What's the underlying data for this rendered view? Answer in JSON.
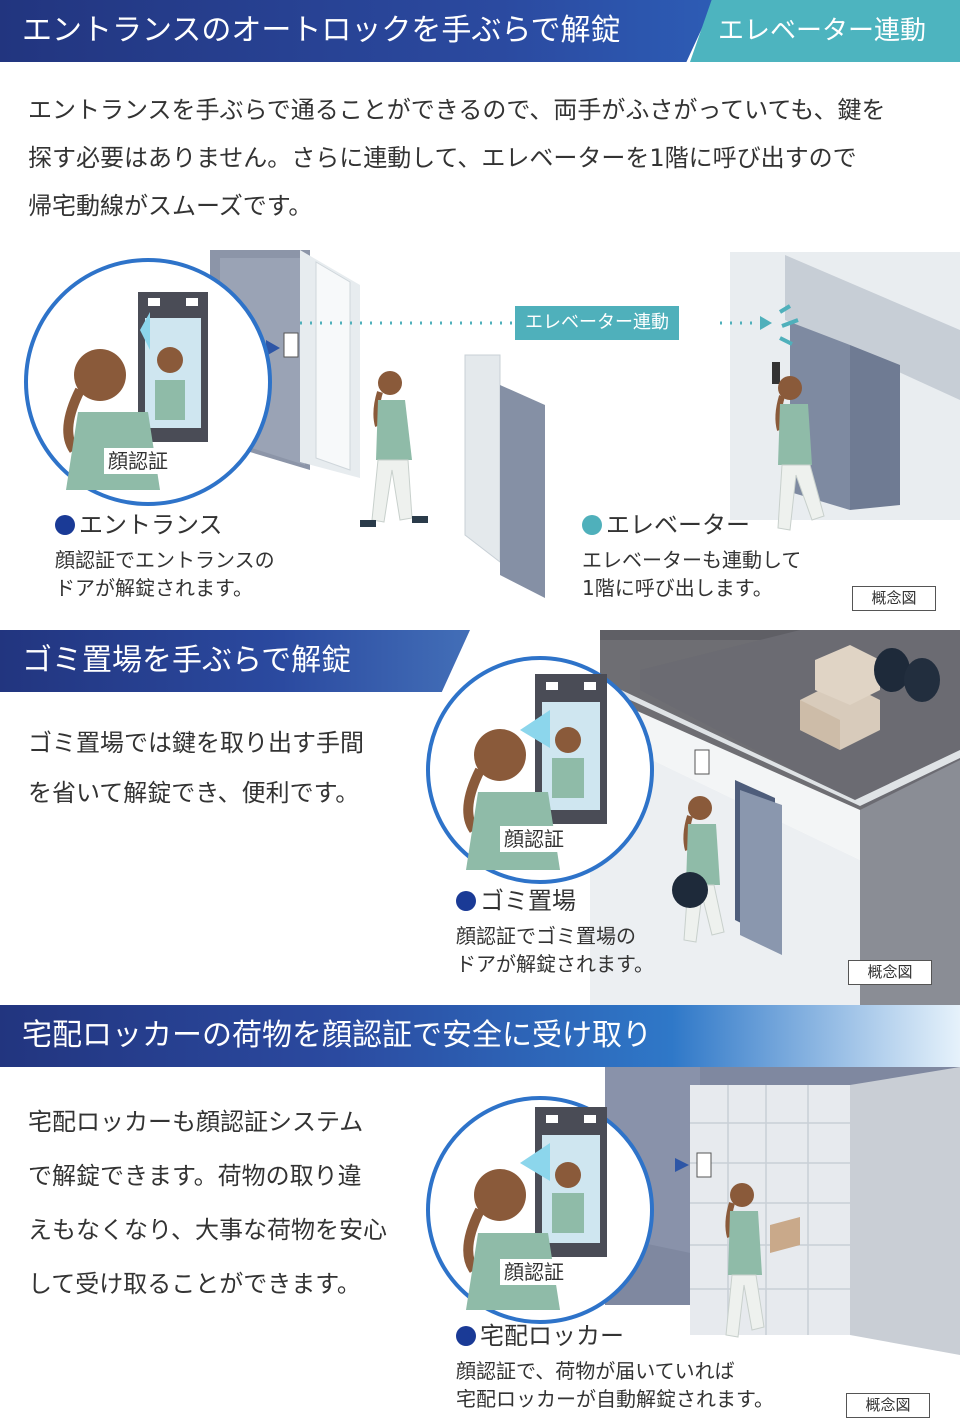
{
  "section1": {
    "title": "エントランスのオートロックを手ぶらで解錠",
    "tag": "エレベーター連動",
    "body": [
      "エントランスを手ぶらで通ることができるので、両手がふさがっていても、鍵を",
      "探す必要はありません。さらに連動して、エレベーターを1階に呼び出すので",
      "帰宅動線がスムーズです。"
    ],
    "link_label": "エレベーター連動",
    "circle_label": "顔認証",
    "entrance": {
      "head": "エントランス",
      "lines": [
        "顔認証でエントランスの",
        "ドアが解錠されます。"
      ]
    },
    "elevator": {
      "head": "エレベーター",
      "lines": [
        "エレベーターも連動して",
        "1階に呼び出します。"
      ]
    },
    "badge": "概念図"
  },
  "section2": {
    "title": "ゴミ置場を手ぶらで解錠",
    "body": [
      "ゴミ置場では鍵を取り出す手間",
      "を省いて解錠でき、便利です。"
    ],
    "circle_label": "顔認証",
    "caption": {
      "head": "ゴミ置場",
      "lines": [
        "顔認証でゴミ置場の",
        "ドアが解錠されます。"
      ]
    },
    "badge": "概念図"
  },
  "section3": {
    "title": "宅配ロッカーの荷物を顔認証で安全に受け取り",
    "body": [
      "宅配ロッカーも顔認証システム",
      "で解錠できます。荷物の取り違",
      "えもなくなり、大事な荷物を安心",
      "して受け取ることができます。"
    ],
    "circle_label": "顔認証",
    "caption": {
      "head": "宅配ロッカー",
      "lines": [
        "顔認証で、荷物が届いていれば",
        "宅配ロッカーが自動解錠されます。"
      ]
    },
    "badge": "概念図"
  },
  "colors": {
    "navy": "#24388c",
    "blue": "#2e5fb0",
    "teal": "#4fb0bb",
    "sky": "#1f9fe0",
    "dot_blue": "#1a3a96",
    "dot_teal": "#4fb0bb"
  },
  "icons": [
    "face-scanner-icon",
    "woman-figure-icon",
    "door-icon",
    "elevator-icon",
    "garbage-bag-icon",
    "cardboard-box-icon",
    "locker-icon"
  ]
}
